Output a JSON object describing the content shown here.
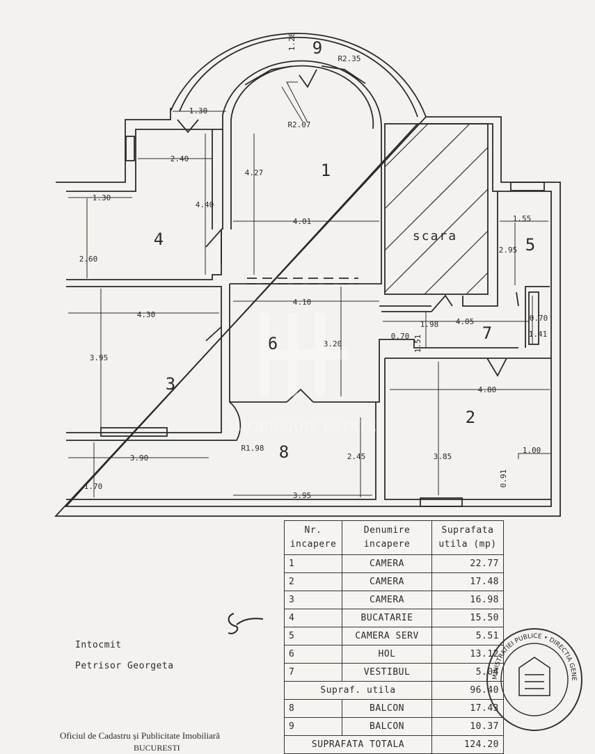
{
  "plan": {
    "rooms": [
      {
        "id": "room-1",
        "label": "1"
      },
      {
        "id": "room-2",
        "label": "2"
      },
      {
        "id": "room-3",
        "label": "3"
      },
      {
        "id": "room-4",
        "label": "4"
      },
      {
        "id": "room-5",
        "label": "5"
      },
      {
        "id": "room-6",
        "label": "6"
      },
      {
        "id": "room-7",
        "label": "7"
      },
      {
        "id": "room-8",
        "label": "8"
      },
      {
        "id": "room-9",
        "label": "9"
      },
      {
        "id": "stairs",
        "label": "scara"
      }
    ],
    "dimensions": [
      "R2.35",
      "R2.07",
      "1.30",
      "2.40",
      "4.27",
      "4.40",
      "1.30",
      "4.01",
      "2.60",
      "1.55",
      "2.95",
      "4.10",
      "4.30",
      "1.98",
      "4.05",
      "0.70",
      "1.41",
      "0.70",
      "1.51",
      "3.20",
      "3.95",
      "4.80",
      "3.85",
      "1.00",
      "0.91",
      "R1.98",
      "3.90",
      "2.45",
      "1.70",
      "3.95",
      "1.28"
    ],
    "watermark": "IMOBILIARE ESTATE"
  },
  "legend": {
    "headers": {
      "nr": [
        "Nr.",
        "incapere"
      ],
      "name": [
        "Denumire",
        "incapere"
      ],
      "area": [
        "Suprafata",
        "utila (mp)"
      ]
    },
    "rows": [
      {
        "nr": "1",
        "name": "CAMERA",
        "area": "22.77"
      },
      {
        "nr": "2",
        "name": "CAMERA",
        "area": "17.48"
      },
      {
        "nr": "3",
        "name": "CAMERA",
        "area": "16.98"
      },
      {
        "nr": "4",
        "name": "BUCATARIE",
        "area": "15.50"
      },
      {
        "nr": "5",
        "name": "CAMERA SERV",
        "area": "5.51"
      },
      {
        "nr": "6",
        "name": "HOL",
        "area": "13.12"
      },
      {
        "nr": "7",
        "name": "VESTIBUL",
        "area": "5.04"
      }
    ],
    "subtotal": {
      "label": "Supraf. utila",
      "area": "96.40"
    },
    "balcony_rows": [
      {
        "nr": "8",
        "name": "BALCON",
        "area": "17.43"
      },
      {
        "nr": "9",
        "name": "BALCON",
        "area": "10.37"
      }
    ],
    "total": {
      "label": "SUPRAFATA TOTALA",
      "area": "124.20"
    }
  },
  "author": {
    "label": "Intocmit",
    "name": "Petrisor Georgeta"
  },
  "office": {
    "line1": "Oficiul de Cadastru și Publicitate Imobiliară",
    "line2": "BUCURESTI"
  },
  "stamp": {
    "text": "MINISTRATIEI PUBLICE • DIRECTIA GENERALA DE URBANISM •"
  }
}
